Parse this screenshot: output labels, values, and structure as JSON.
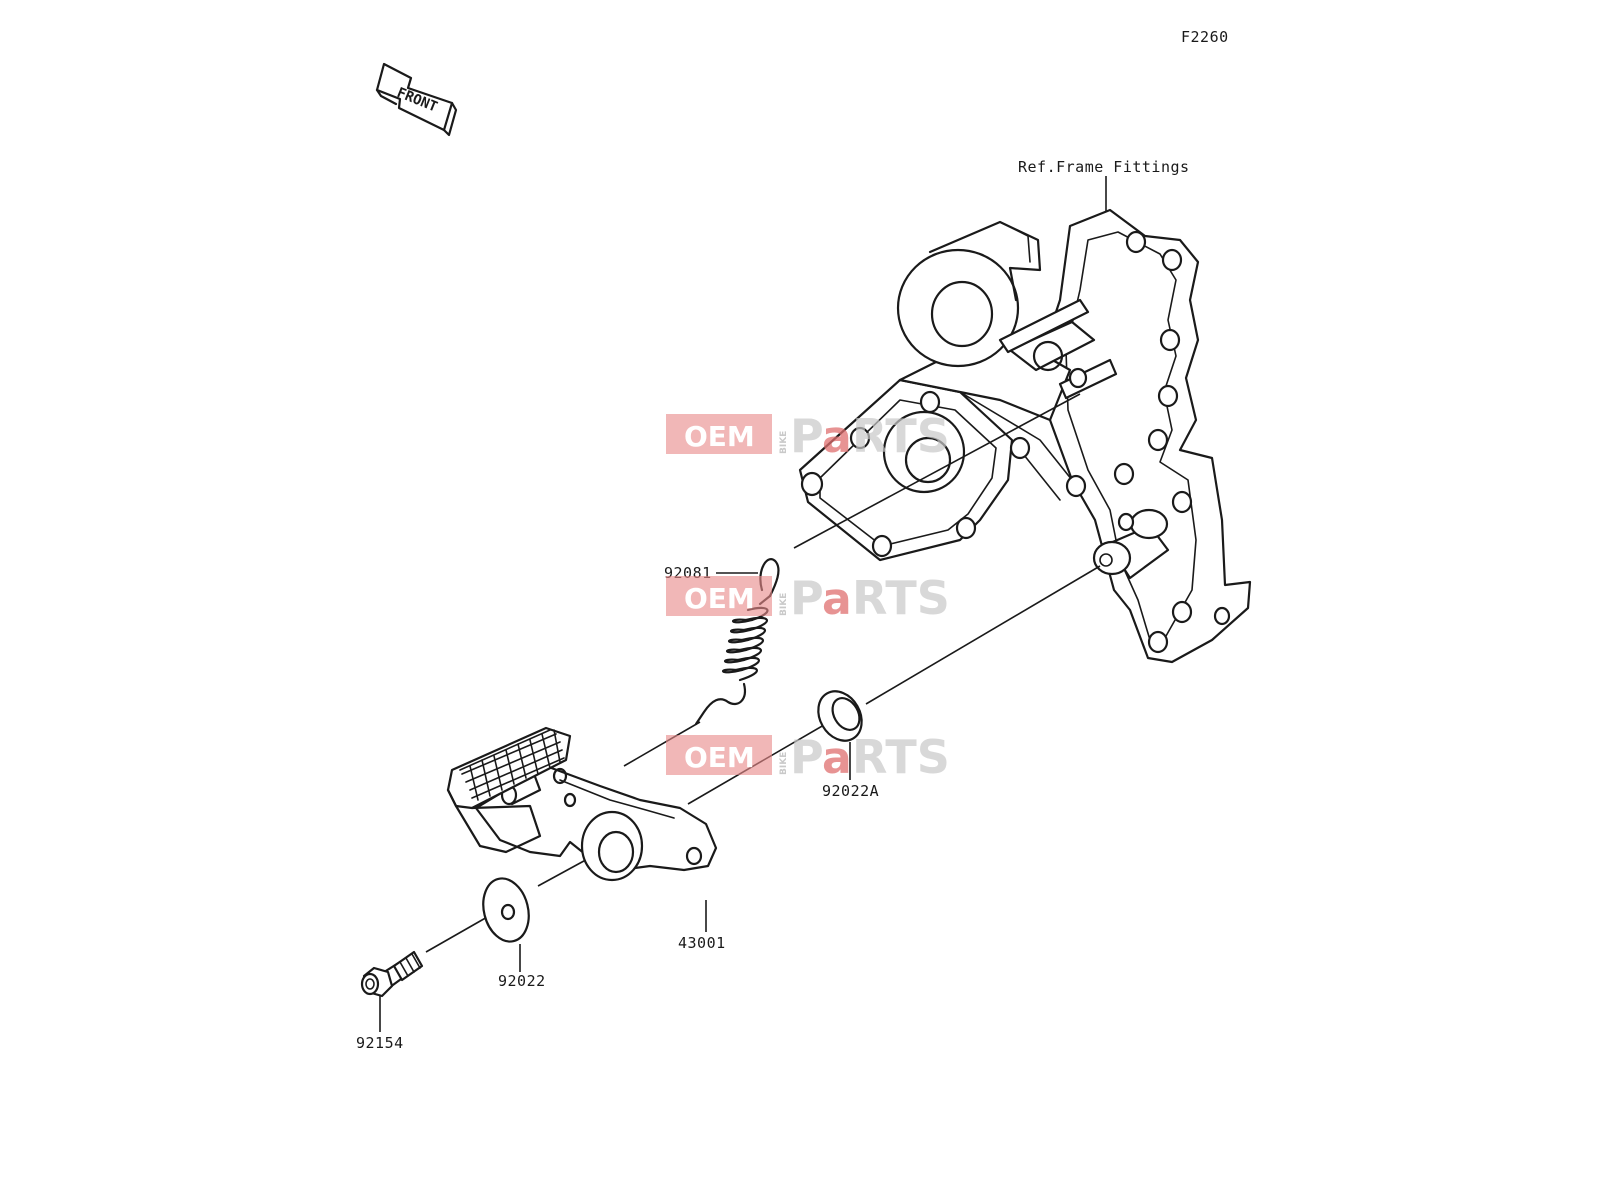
{
  "diagram_code": "F2260",
  "front_arrow_label": "FRONT",
  "ref_label": "Ref.Frame Fittings",
  "parts": {
    "spring": "92081",
    "washer_a": "92022A",
    "pedal": "43001",
    "washer": "92022",
    "bolt": "92154"
  },
  "watermark": {
    "oem": "OEM",
    "bike": "BIKE",
    "p": "P",
    "a": "a",
    "rts": "RTS"
  },
  "colors": {
    "ink": "#1a1a1a",
    "watermark_red": "#e88a8a",
    "watermark_gray": "#c8c8c8"
  }
}
